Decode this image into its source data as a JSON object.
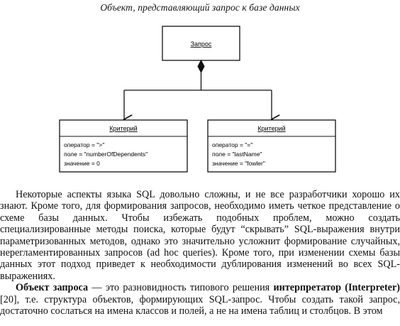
{
  "figure": {
    "caption": "Объект, представляющий запрос к базе данных",
    "query_box": {
      "title": "Запрос"
    },
    "criteria": [
      {
        "title": "Критерий",
        "attributes": [
          "оператор = \">\"",
          "поле = \"numberOfDependents\"",
          "значение = 0"
        ]
      },
      {
        "title": "Критерий",
        "attributes": [
          "оператор = \"=\"",
          "поле = \"lastName\"",
          "значение = \"fowler\""
        ]
      }
    ]
  },
  "text": {
    "p1": "Некоторые аспекты языка SQL довольно сложны, и не все разработчики хорошо их знают. Кроме того, для формирования запросов, необходимо иметь четкое представление о схеме базы данных. Чтобы избежать подобных проблем, можно создать специализированные методы поиска, которые будут “скрывать” SQL-выражения внутри параметризованных методов, однако это значительно усложнит формирование случайных, нерегламентированных запросов (ad hoc queries). Кроме того, при изменении схемы базы данных этот подход приведет к необходимости дублирования изменений во всех SQL-выражениях.",
    "p2_term": "Объект запроса",
    "p2_part1": " — это разновидность типового решения ",
    "p2_pattern": "интерпретатор (Interpreter)",
    "p2_part2": " [20], т.е. структура объектов, формирующих SQL-запрос. Чтобы создать такой запрос, достаточно сослаться на имена классов и полей, а не на имена таблиц и столбцов. В этом"
  }
}
